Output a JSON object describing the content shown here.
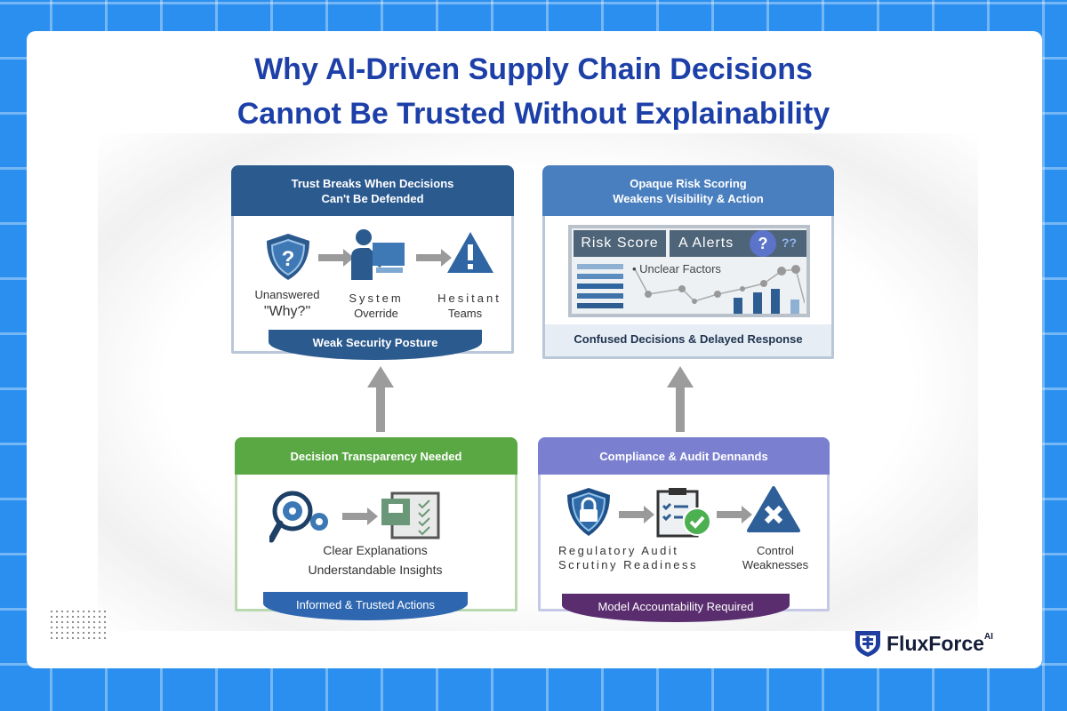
{
  "title": {
    "line1": "Why AI-Driven Supply Chain Decisions",
    "line2": "Cannot Be Trusted Without Explainability"
  },
  "panels": {
    "trust": {
      "header1": "Trust Breaks When Decisions",
      "header2": "Can't Be Defended",
      "items": [
        "Unanswered",
        "\"Why?\"",
        "System",
        "Override",
        "Hesitant",
        "Teams"
      ],
      "footer": "Weak Security Posture",
      "color": "#2b5a8f"
    },
    "risk": {
      "header1": "Opaque Risk Scoring",
      "header2": "Weakens Visibility & Action",
      "tab1": "Risk Score",
      "tab2": "A Alerts",
      "q1": "?",
      "q2": "??",
      "factor": "Unclear Factors",
      "footer": "Confused Decisions & Delayed Response",
      "color": "#4a7fbf"
    },
    "transparency": {
      "header": "Decision Transparency Needed",
      "line1": "Clear Explanations",
      "line2": "Understandable Insights",
      "footer": "Informed & Trusted Actions",
      "color": "#5aa844"
    },
    "compliance": {
      "header": "Compliance & Audit Dennands",
      "line1": "Regulatory Audit",
      "line2": "Scrutiny Readiness",
      "line3": "Control",
      "line4": "Weaknesses",
      "footer": "Model Accountability Required",
      "color": "#7b7fd0"
    }
  },
  "logo": {
    "name": "FluxForce",
    "suffix": "AI"
  }
}
